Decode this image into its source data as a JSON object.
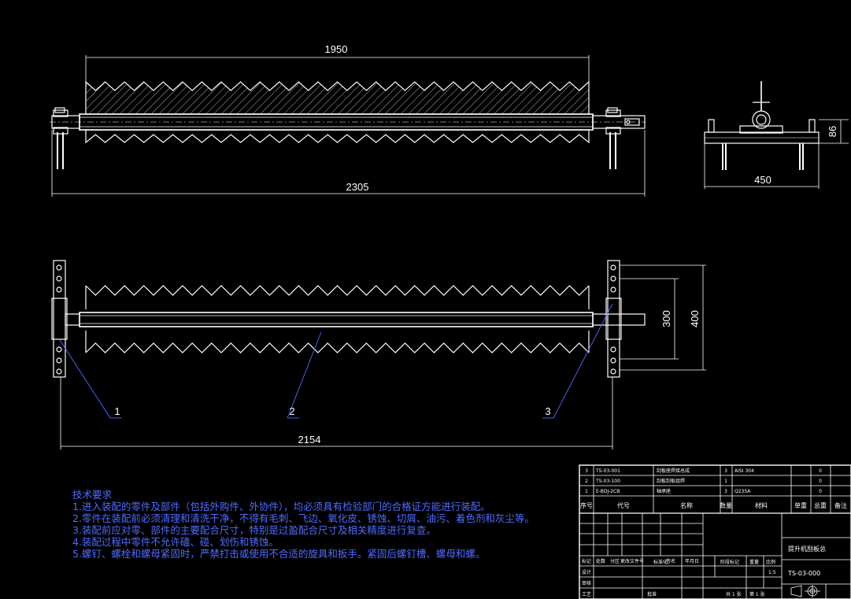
{
  "dimensions": {
    "tooth_length": "1950",
    "overall_length": "2305",
    "side_width": "450",
    "side_height": "86",
    "bracket_inner": "300",
    "bracket_outer": "400",
    "base_span": "2154"
  },
  "balloons": [
    "1",
    "2",
    "3"
  ],
  "technical_requirements": {
    "title": "技术要求",
    "items": [
      "1.进入装配的零件及部件（包括外购件、外协件），均必须具有检验部门的合格证方能进行装配。",
      "2.零件在装配前必须清理和清洗干净，不得有毛刺、飞边、氧化皮、锈蚀、切屑、油污、着色剂和灰尘等。",
      "3.装配前应对零、部件的主要配合尺寸，特别是过盈配合尺寸及相关精度进行复查。",
      "4.装配过程中零件不允许磕、碰、划伤和锈蚀。",
      "5.螺钉、螺栓和螺母紧固时，严禁打击或使用不合适的旋具和扳手。紧固后螺钉槽、螺母和螺。"
    ]
  },
  "bom": {
    "rows": [
      {
        "no": "3",
        "code": "TS-03-001",
        "name": "刮板座焊接总成",
        "qty": "3",
        "material": "AISI 304",
        "weight": "0"
      },
      {
        "no": "2",
        "code": "TS-03-100",
        "name": "刮板刮板组焊",
        "qty": "1",
        "material": "",
        "weight": "0"
      },
      {
        "no": "1",
        "code": "E-BDJ-2CB",
        "name": "轴承座",
        "qty": "3",
        "material": "Q235A",
        "weight": "0"
      }
    ],
    "headers": {
      "no": "序号",
      "code": "代号",
      "name": "名称",
      "qty": "数量",
      "material": "材料",
      "unit_weight": "单重",
      "total_weight": "总重",
      "note": "备注"
    }
  },
  "title_block": {
    "drawing_title": "提升机刮板总",
    "drawing_number": "TS-03-000",
    "rev_headers": [
      "标记",
      "处数",
      "分区",
      "更改文件号",
      "签名",
      "年月日"
    ],
    "sign_row": [
      "设计",
      "标准化",
      "阶段标记",
      "重量",
      "比例"
    ],
    "check_row": [
      "审核"
    ],
    "process_row": [
      "工艺",
      "批准",
      "共 1 张",
      "第 1 张"
    ],
    "scale": "1:5"
  },
  "colors": {
    "background": "#000000",
    "lines": "#ffffff",
    "dimension": "#ffffff",
    "leader": "#4f6cff",
    "notes": "#4f6cff"
  }
}
